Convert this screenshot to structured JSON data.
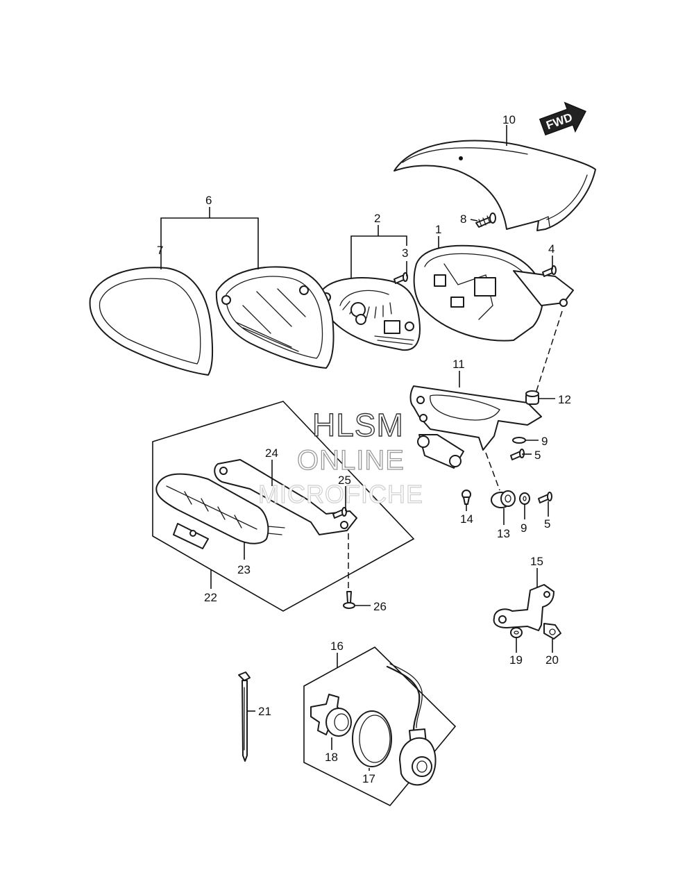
{
  "fwd_label": "FWD",
  "watermark": {
    "line1": "HLSM",
    "line2": "ONLINE",
    "line3": "MICROFICHE"
  },
  "callouts": {
    "c1": "1",
    "c2": "2",
    "c3": "3",
    "c4": "4",
    "c5a": "5",
    "c5b": "5",
    "c6": "6",
    "c7": "7",
    "c8": "8",
    "c9a": "9",
    "c9b": "9",
    "c10": "10",
    "c11": "11",
    "c12": "12",
    "c13": "13",
    "c14": "14",
    "c15": "15",
    "c16": "16",
    "c17": "17",
    "c18": "18",
    "c19": "19",
    "c20": "20",
    "c21": "21",
    "c22": "22",
    "c23": "23",
    "c24": "24",
    "c25": "25",
    "c26": "26"
  }
}
